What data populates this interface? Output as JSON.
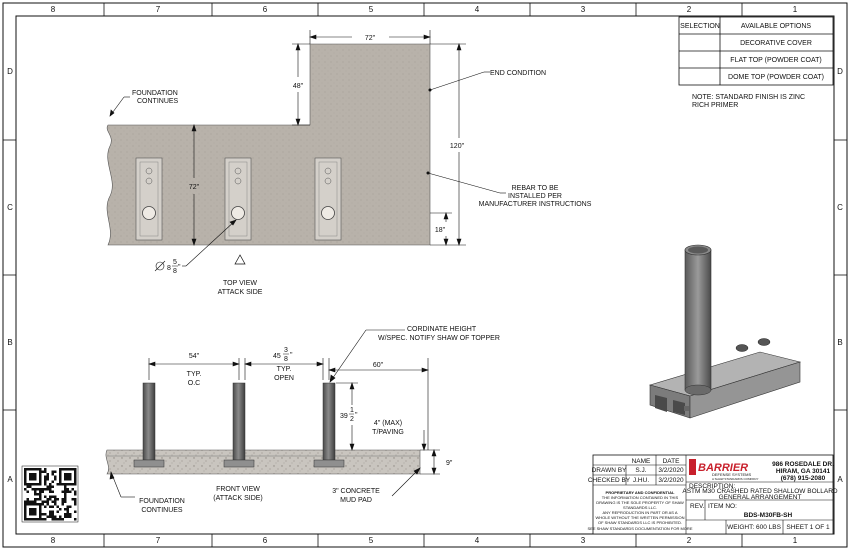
{
  "border": {
    "col_labels": [
      "8",
      "7",
      "6",
      "5",
      "4",
      "3",
      "2",
      "1"
    ],
    "row_labels": [
      "D",
      "C",
      "B",
      "A"
    ]
  },
  "options_table": {
    "headers": {
      "selection": "SELECTION",
      "available": "AVAILABLE OPTIONS"
    },
    "rows": [
      "DECORATIVE COVER",
      "FLAT TOP (POWDER COAT)",
      "DOME TOP (POWDER COAT)"
    ],
    "note_line1": "NOTE: STANDARD FINISH IS ZINC",
    "note_line2": "RICH PRIMER"
  },
  "top_view": {
    "dim_72_top": "72\"",
    "dim_48": "48\"",
    "dim_72_side": "72\"",
    "dim_120": "120\"",
    "dim_18": "18\"",
    "end_condition": "END CONDITION",
    "foundation_1": "FOUNDATION",
    "foundation_2": "CONTINUES",
    "rebar_1": "REBAR TO BE",
    "rebar_2": "INSTALLED PER",
    "rebar_3": "MANUFACTURER INSTRUCTIONS",
    "dia_whole": "8",
    "dia_num": "5",
    "dia_den": "8",
    "dia_unit": "\"",
    "view_title_1": "TOP VIEW",
    "view_title_2": "ATTACK SIDE"
  },
  "front_view": {
    "dim_54": "54\"",
    "dim_54_typ": "TYP.",
    "dim_54_oc": "O.C",
    "dim_45_whole": "45",
    "dim_45_num": "3",
    "dim_45_den": "8",
    "dim_45_unit": "\"",
    "dim_45_typ": "TYP.",
    "dim_45_open": "OPEN",
    "dim_60": "60\"",
    "dim_39_whole": "39",
    "dim_39_num": "1",
    "dim_39_den": "2",
    "dim_39_unit": "\"",
    "paving_1": "4\" (MAX)",
    "paving_2": "T/PAVING",
    "dim_9": "9\"",
    "coord_1": "CORDINATE HEIGHT",
    "coord_2": "W/SPEC. NOTIFY SHAW OF TOPPER",
    "foundation_1": "FOUNDATION",
    "foundation_2": "CONTINUES",
    "view_title_1": "FRONT VIEW",
    "view_title_2": "(ATTACK SIDE)",
    "mudpad_1": "3\" CONCRETE",
    "mudpad_2": "MUD PAD"
  },
  "title_block": {
    "name_hdr": "NAME",
    "date_hdr": "DATE",
    "drawn_by_lbl": "DRAWN BY",
    "drawn_by": "S.J.",
    "drawn_date": "3/2/2020",
    "checked_by_lbl": "CHECKED BY",
    "checked_by": "J.HU.",
    "checked_date": "3/2/2020",
    "proprietary_1": "PROPRIETARY AND CONFIDENTIAL",
    "proprietary_2": "THE INFORMATION CONTAINED IN THIS",
    "proprietary_3": "DRAWING IS THE SOLE PROPERTY OF SHAW",
    "proprietary_4": "STANDARDS LLC.",
    "proprietary_5": "ANY REPRODUCTION IN PART OR AS A",
    "proprietary_6": "WHOLE WITHOUT THE WRITTEN PERMISSION",
    "proprietary_7": "OF SHAW STANDARDS LLC IS PROHIBITED.",
    "company": "BARRIER",
    "company_sub": "DEFENSE SYSTEMS",
    "company_tag": "A SHAW STANDARDS COMPANY",
    "addr_1": "986 ROSEDALE DR.",
    "addr_2": "HIRAM, GA 30141",
    "addr_3": "(678) 915-2080",
    "desc_lbl": "DESCRIPTION:",
    "desc_1": "ASTM M30 CRASHED RATED SHALLOW BOLLARD",
    "desc_2": "GENERAL ARRANGEMENT",
    "rev_lbl": "REV.",
    "item_lbl": "ITEM NO:",
    "item_no": "BDS-M30FB-SH",
    "weight": "WEIGHT: 600 LBS",
    "sheet": "SHEET 1 OF 1",
    "small_note": "SEE SHAW STANDARDS DOCUMENTATION FOR MORE"
  },
  "colors": {
    "concrete": "#b7b1a9",
    "concrete_dark": "#a59e95",
    "steel": "#6b6b6b",
    "line": "#111111",
    "brand_red": "#c8202c"
  }
}
